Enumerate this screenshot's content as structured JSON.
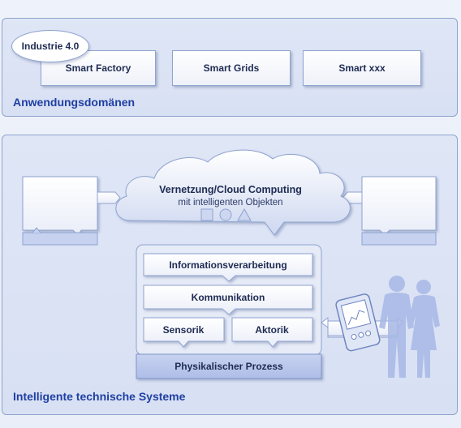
{
  "domains_panel": {
    "badge": "Industrie 4.0",
    "items": [
      "Smart Factory",
      "Smart Grids",
      "Smart xxx"
    ],
    "title": "Anwendungsdomänen"
  },
  "systems_panel": {
    "cloud": {
      "title": "Vernetzung/Cloud Computing",
      "subtitle": "mit intelligenten Objekten"
    },
    "layers": {
      "info": "Informationsverarbeitung",
      "comm": "Kommunikation",
      "sensor": "Sensorik",
      "actuator": "Aktorik",
      "process": "Physikalischer Prozess"
    },
    "title": "Intelligente technische Systeme"
  },
  "colors": {
    "accent_title": "#1f3fa3",
    "panel_border": "#8fa3cf",
    "panel_fill": "#dfe6f6",
    "process_fill": "#b8c5ea",
    "people": "#a8b8e6"
  }
}
